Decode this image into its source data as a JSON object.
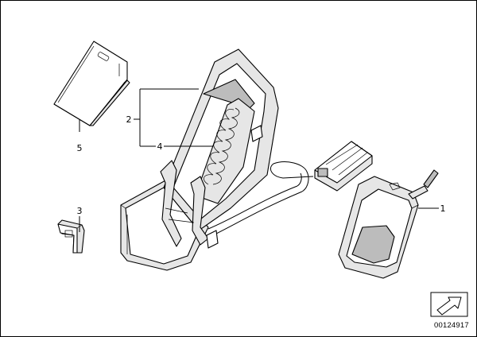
{
  "callouts": {
    "c1": "1",
    "c2": "2",
    "c3": "3",
    "c4": "4",
    "c5": "5"
  },
  "doc_number": "00124917",
  "icons": {
    "orientation": "arrow-orientation-icon"
  }
}
